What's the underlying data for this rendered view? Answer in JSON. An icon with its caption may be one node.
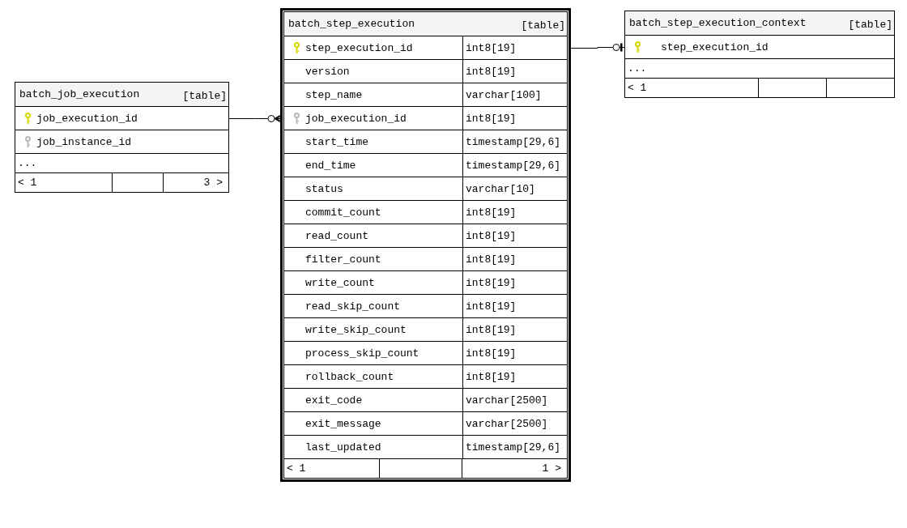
{
  "diagram": {
    "nodes": [
      {
        "text": [
          "batch_job_execution",
          "[table]",
          "...",
          "< 1",
          "3 >"
        ]
      },
      {
        "text": [
          "job_execution_id"
        ],
        "in": 0
      },
      {
        "text": [
          "job_instance_id"
        ],
        "in": 0
      },
      {
        "text": [
          "batch_step_execution",
          "[table]",
          "< 1",
          "1 >"
        ]
      },
      {
        "text": [
          "step_execution_id",
          "int8[19]"
        ],
        "in": 3
      },
      {
        "text": [
          "version",
          "int8[19]"
        ],
        "in": 3
      },
      {
        "text": [
          "step_name",
          "varchar[100]"
        ],
        "in": 3
      },
      {
        "text": [
          "job_execution_id",
          "int8[19]"
        ],
        "in": 3
      },
      {
        "text": [
          "start_time",
          "timestamp[29,6]"
        ],
        "in": 3
      },
      {
        "text": [
          "end_time",
          "timestamp[29,6]"
        ],
        "in": 3
      },
      {
        "text": [
          "status",
          "varchar[10]"
        ],
        "in": 3
      },
      {
        "text": [
          "commit_count",
          "int8[19]"
        ],
        "in": 3
      },
      {
        "text": [
          "read_count",
          "int8[19]"
        ],
        "in": 3
      },
      {
        "text": [
          "filter_count",
          "int8[19]"
        ],
        "in": 3
      },
      {
        "text": [
          "write_count",
          "int8[19]"
        ],
        "in": 3
      },
      {
        "text": [
          "read_skip_count",
          "int8[19]"
        ],
        "in": 3
      },
      {
        "text": [
          "write_skip_count",
          "int8[19]"
        ],
        "in": 3
      },
      {
        "text": [
          "process_skip_count",
          "int8[19]"
        ],
        "in": 3
      },
      {
        "text": [
          "rollback_count",
          "int8[19]"
        ],
        "in": 3
      },
      {
        "text": [
          "exit_code",
          "varchar[2500]"
        ],
        "in": 3
      },
      {
        "text": [
          "exit_message",
          "varchar[2500]"
        ],
        "in": 3
      },
      {
        "text": [
          "last_updated",
          "timestamp[29,6]"
        ],
        "in": 3
      },
      {
        "text": [
          "batch_step_execution_context",
          "[table]",
          "...",
          "< 1"
        ]
      },
      {
        "text": [
          "step_execution_id"
        ],
        "in": 22
      }
    ],
    "edges": [
      {
        "from": 1,
        "to": 7,
        "arrow": "other"
      },
      {
        "from": 4,
        "to": 23,
        "arrow": "other"
      }
    ]
  }
}
